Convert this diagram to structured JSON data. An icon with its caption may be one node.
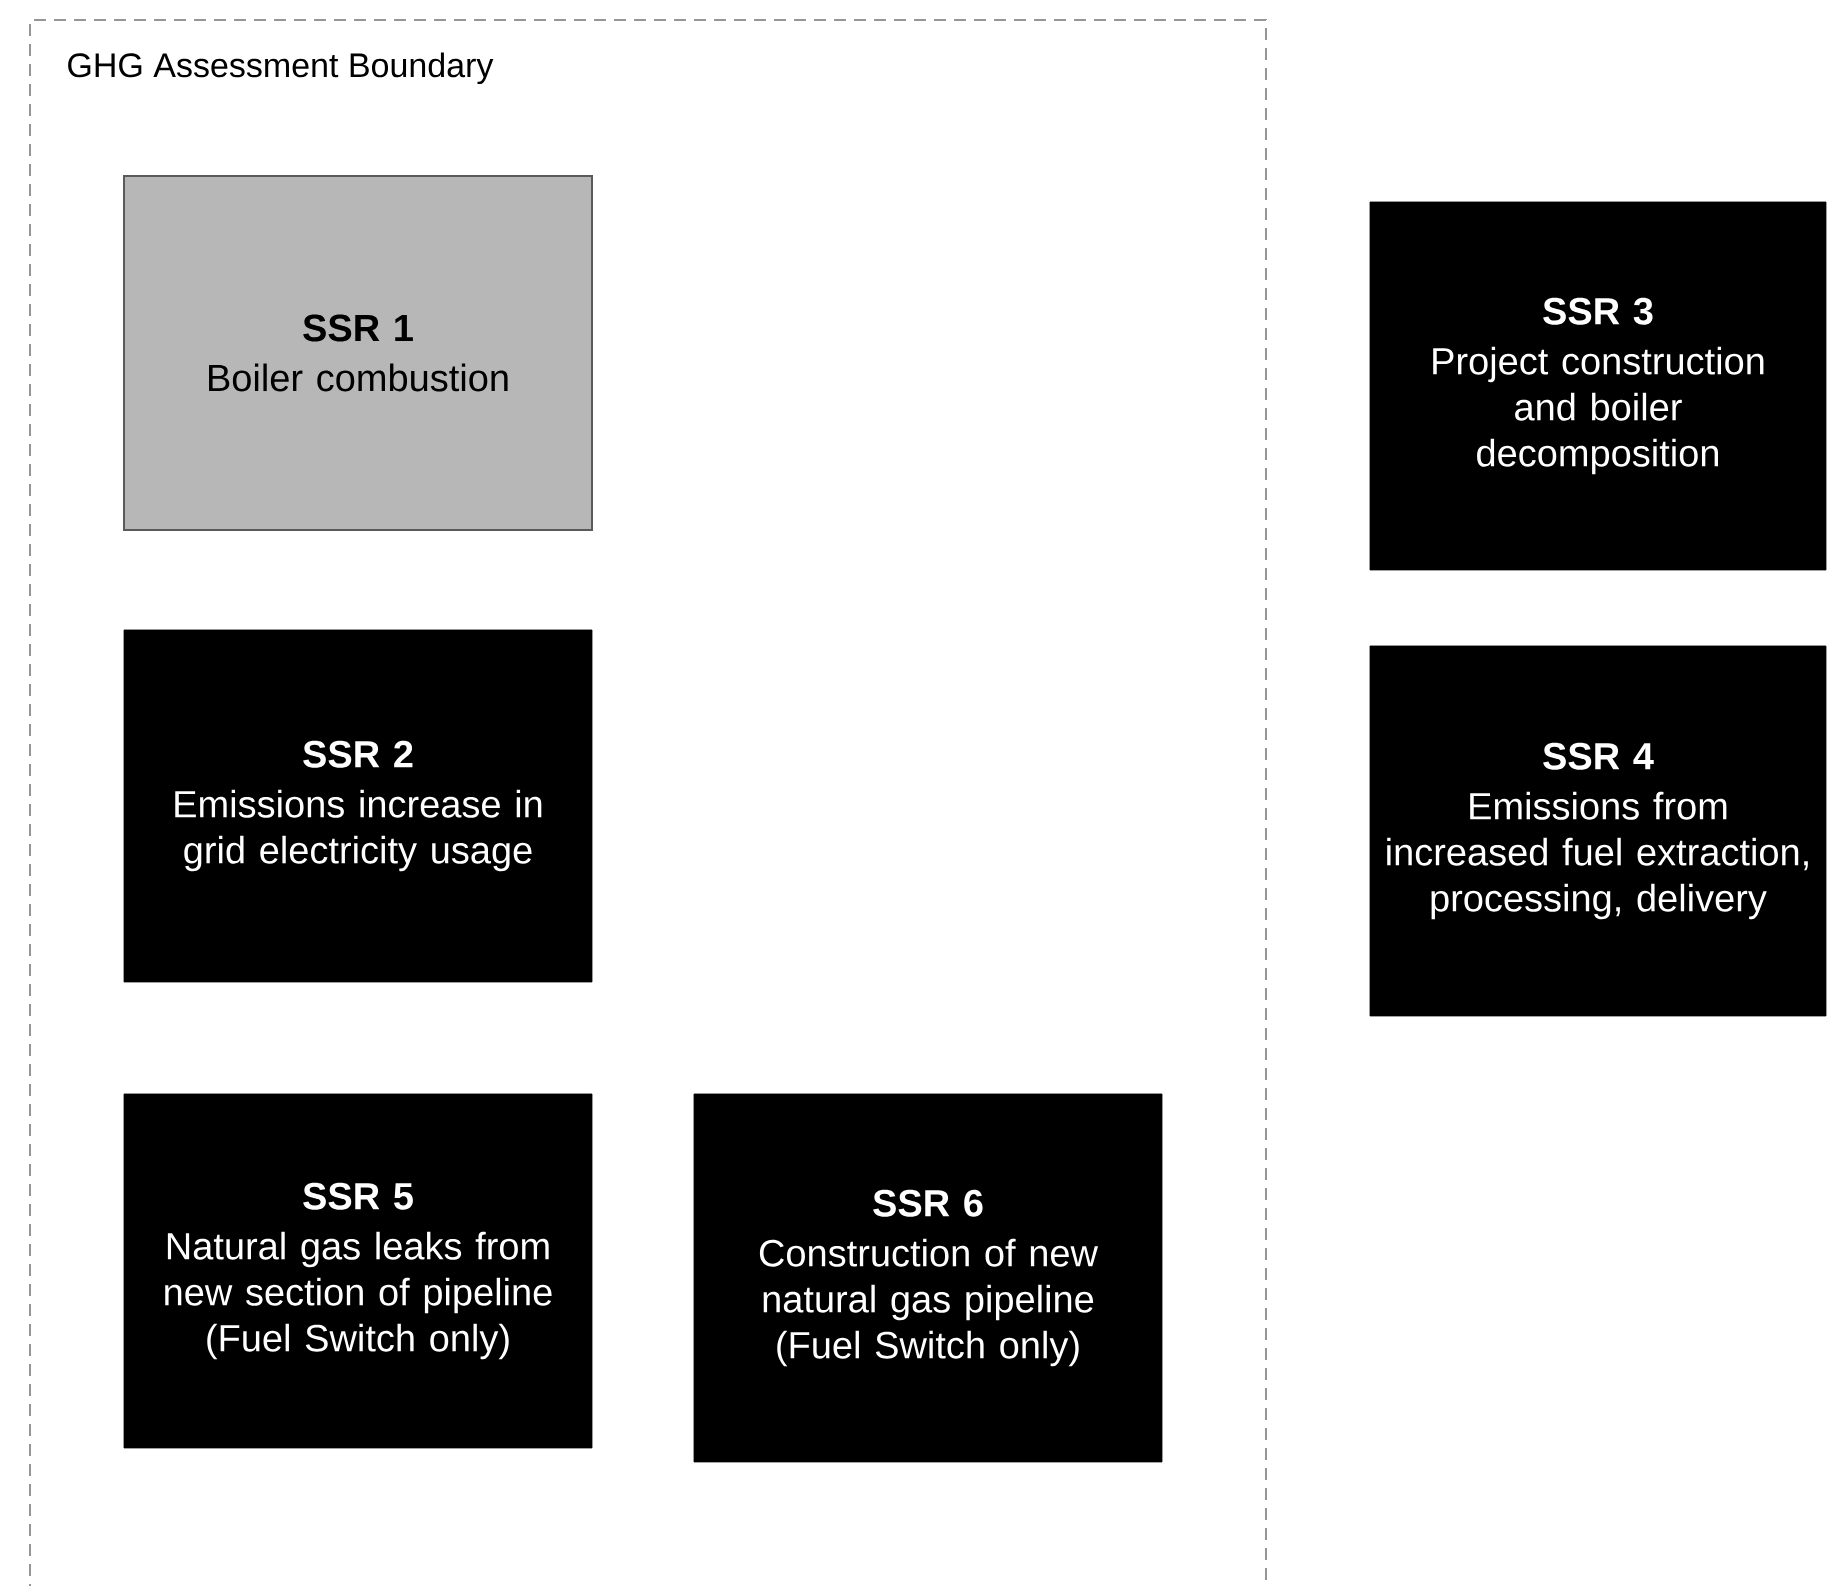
{
  "diagram": {
    "nodes": [
      {
        "text": [
          "GHG Assessment Boundary"
        ]
      },
      {
        "text": [
          "SSR 1",
          "Boiler combustion"
        ],
        "in": 0
      },
      {
        "text": [
          "SSR 2",
          "Emissions increase in grid electricity usage"
        ],
        "in": 0
      },
      {
        "text": [
          "SSR 3",
          "Project construction and boiler decomposition"
        ]
      },
      {
        "text": [
          "SSR 4",
          "Emissions from increased fuel extraction, processing, delivery"
        ]
      },
      {
        "text": [
          "SSR 5",
          "Natural gas leaks from new section of pipeline (Fuel Switch only)"
        ],
        "in": 0
      },
      {
        "text": [
          "SSR 6",
          "Construction of new natural gas pipeline (Fuel Switch only)"
        ],
        "in": 0
      }
    ]
  }
}
